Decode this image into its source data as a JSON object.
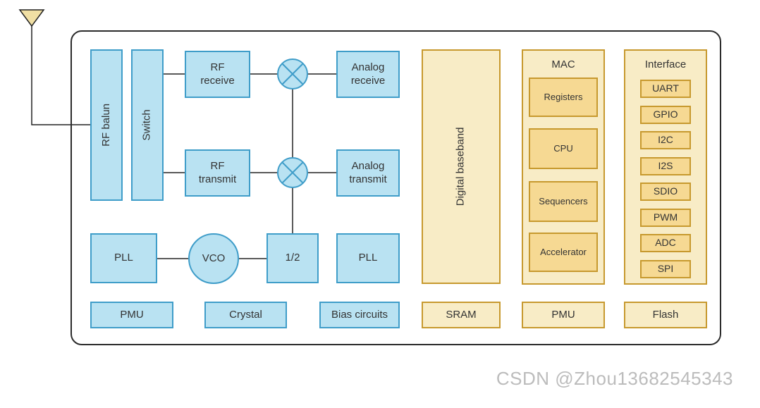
{
  "watermark": "CSDN @Zhou13682545343",
  "colors": {
    "blue_fill": "#b9e2f2",
    "blue_border": "#3f9dc9",
    "yellow_fill": "#f8ecc6",
    "yellow_inner_fill": "#f6d993",
    "yellow_border": "#c7992e",
    "antenna_fill": "#f0dfa4",
    "line": "#222222",
    "watermark_color": "#bcbcbc"
  },
  "blocks": {
    "rf_balun": "RF balun",
    "switch": "Switch",
    "rf_receive": "RF\nreceive",
    "rf_transmit": "RF\ntransmit",
    "analog_receive": "Analog\nreceive",
    "analog_transmit": "Analog\ntransmit",
    "pll_left": "PLL",
    "vco": "VCO",
    "divider": "1/2",
    "pll_right": "PLL",
    "pmu_left": "PMU",
    "crystal": "Crystal",
    "bias_circuits": "Bias circuits",
    "digital_baseband": "Digital baseband",
    "sram": "SRAM",
    "mac": {
      "title": "MAC",
      "items": [
        "Registers",
        "CPU",
        "Sequencers",
        "Accelerator"
      ]
    },
    "pmu_right": "PMU",
    "interface": {
      "title": "Interface",
      "items": [
        "UART",
        "GPIO",
        "I2C",
        "I2S",
        "SDIO",
        "PWM",
        "ADC",
        "SPI"
      ]
    },
    "flash": "Flash"
  }
}
